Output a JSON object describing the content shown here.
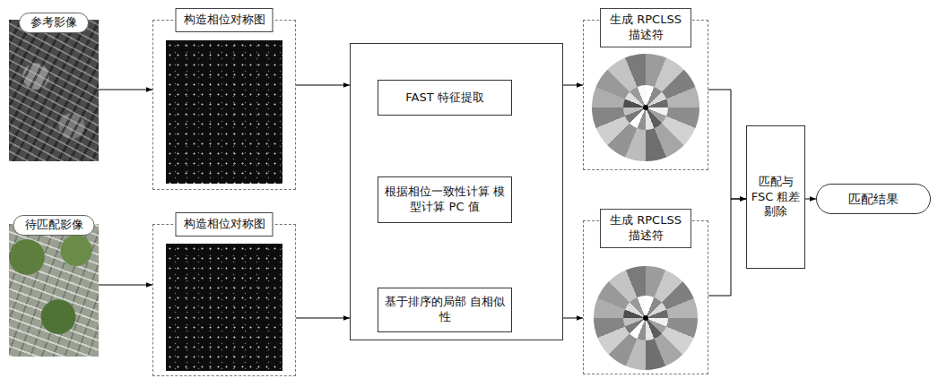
{
  "diagram": {
    "nodes": [
      {
        "text": [
          "参考影像"
        ]
      },
      {
        "text": [
          "构造相位对称图"
        ]
      },
      {
        "text": [
          "待匹配影像"
        ]
      },
      {
        "text": [
          "构造相位对称图"
        ]
      },
      {
        "text": []
      },
      {
        "text": [
          "FAST 特征提取"
        ],
        "in": 4
      },
      {
        "text": [
          "根据相位一致性计算 模型计算 PC 值"
        ],
        "in": 4
      },
      {
        "text": [
          "基于排序的局部 自相似性"
        ],
        "in": 4
      },
      {
        "text": [
          "生成 RPCLSS 描述符"
        ]
      },
      {
        "text": [
          "生成 RPCLSS 描述符"
        ]
      },
      {
        "text": [
          "匹配与 FSC 粗差 剔除"
        ]
      },
      {
        "text": [
          "匹配结果"
        ]
      }
    ],
    "edges": [
      {
        "from": 0,
        "to": 1,
        "arrow": "to"
      },
      {
        "from": 1,
        "to": 4,
        "arrow": "to"
      },
      {
        "from": 2,
        "to": 3,
        "arrow": "to"
      },
      {
        "from": 3,
        "to": 4,
        "arrow": "to"
      },
      {
        "from": 4,
        "to": 8,
        "arrow": "to"
      },
      {
        "from": 4,
        "to": 9,
        "arrow": "to"
      },
      {
        "from": 8,
        "to": 10,
        "arrow": "to"
      },
      {
        "from": 9,
        "to": 10,
        "arrow": "to"
      },
      {
        "from": 10,
        "to": 11,
        "arrow": "to"
      }
    ]
  }
}
